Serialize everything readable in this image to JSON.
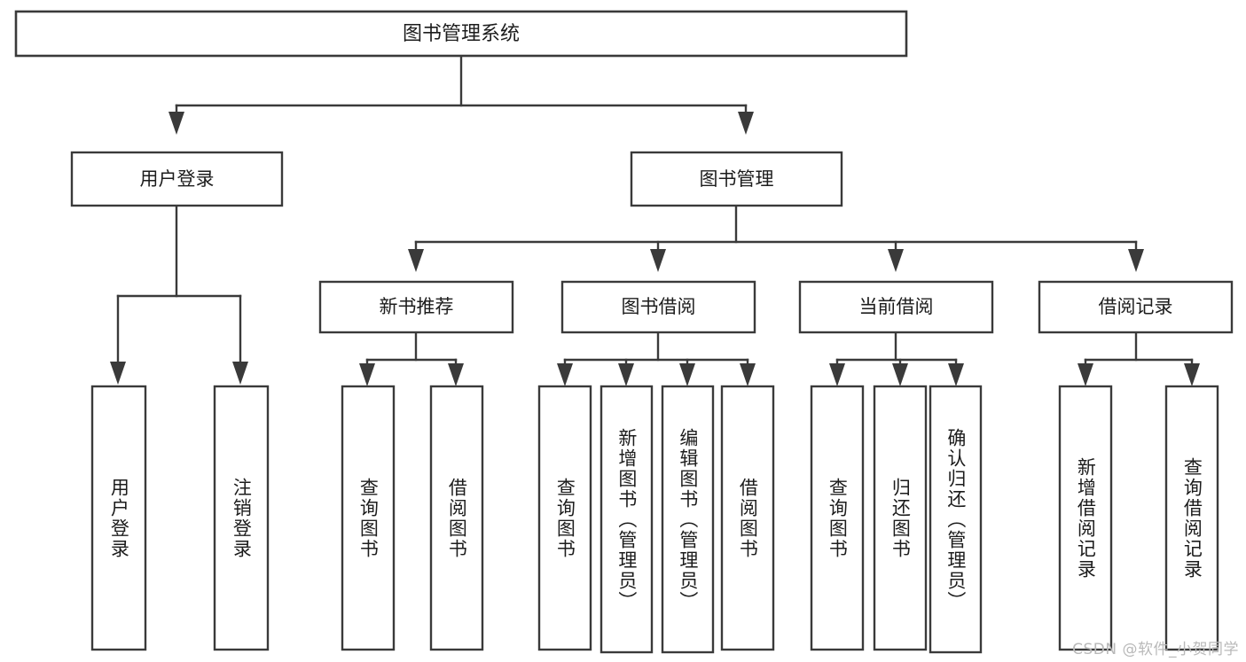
{
  "diagram": {
    "title": "图书管理系统",
    "type": "tree",
    "orientation": "top-down",
    "background_color": "#ffffff",
    "line_color": "#3a3a3a",
    "text_color": "#1c1c1c",
    "root": {
      "label": "图书管理系统",
      "children": [
        {
          "label": "用户登录",
          "children": [
            {
              "label": "用户登录"
            },
            {
              "label": "注销登录"
            }
          ]
        },
        {
          "label": "图书管理",
          "children": [
            {
              "label": "新书推荐",
              "children": [
                {
                  "label": "查询图书"
                },
                {
                  "label": "借阅图书"
                }
              ]
            },
            {
              "label": "图书借阅",
              "children": [
                {
                  "label": "查询图书"
                },
                {
                  "label": "新增图书（管理员）"
                },
                {
                  "label": "编辑图书（管理员）"
                },
                {
                  "label": "借阅图书"
                }
              ]
            },
            {
              "label": "当前借阅",
              "children": [
                {
                  "label": "查询图书"
                },
                {
                  "label": "归还图书"
                },
                {
                  "label": "确认归还（管理员）"
                }
              ]
            },
            {
              "label": "借阅记录",
              "children": [
                {
                  "label": "新增借阅记录"
                },
                {
                  "label": "查询借阅记录"
                }
              ]
            }
          ]
        }
      ]
    },
    "nodes": {
      "root": "图书管理系统",
      "l1_user_login": "用户登录",
      "l1_book_manage": "图书管理",
      "l2_new_book": "新书推荐",
      "l2_borrow": "图书借阅",
      "l2_current": "当前借阅",
      "l2_record": "借阅记录",
      "leaf_user_login": "用户登录",
      "leaf_logout": "注销登录",
      "leaf_nb_query": "查询图书",
      "leaf_nb_borrow": "借阅图书",
      "leaf_bb_query": "查询图书",
      "leaf_bb_add": "新增图书（管理员）",
      "leaf_bb_edit": "编辑图书（管理员）",
      "leaf_bb_borrow": "借阅图书",
      "leaf_cb_query": "查询图书",
      "leaf_cb_return": "归还图书",
      "leaf_cb_confirm": "确认归还（管理员）",
      "leaf_br_add": "新增借阅记录",
      "leaf_br_query": "查询借阅记录"
    }
  },
  "watermark": {
    "text": "CSDN @软件_小贺同学"
  }
}
